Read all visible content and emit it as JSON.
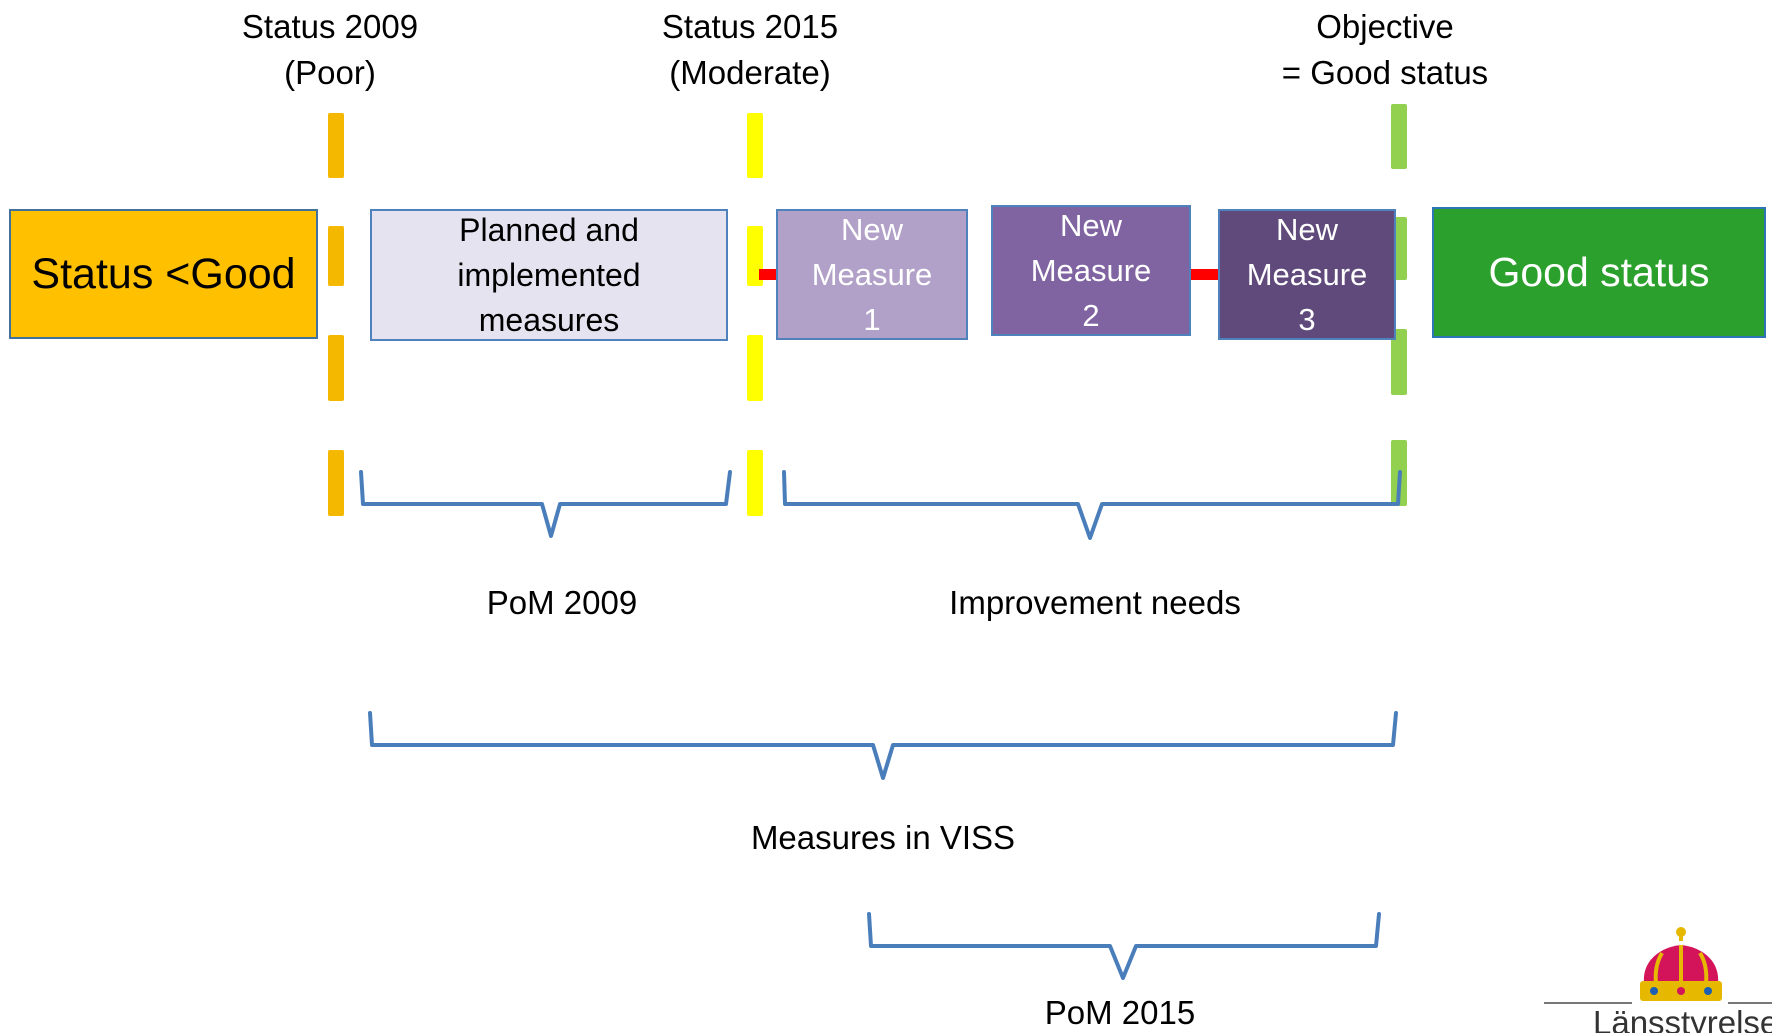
{
  "markers": {
    "status_2009": {
      "line1": "Status 2009",
      "line2": "(Poor)",
      "color": "#f5b800"
    },
    "status_2015": {
      "line1": "Status 2015",
      "line2": "(Moderate)",
      "color": "#ffff00"
    },
    "objective": {
      "line1": "Objective",
      "line2": "= Good status",
      "color": "#8fce4a"
    }
  },
  "boxes": {
    "status_less_good": {
      "label": "Status <Good",
      "fill": "#ffc000",
      "border": "#41719c"
    },
    "planned": {
      "line1": "Planned and",
      "line2": "implemented",
      "line3": "measures",
      "fill": "#e5e3ef",
      "border": "#4f81bd"
    },
    "new_measure_1": {
      "line1": "New",
      "line2": "Measure",
      "line3": "1",
      "fill": "#b1a0c7",
      "border": "#4f81bd"
    },
    "new_measure_2": {
      "line1": "New",
      "line2": "Measure",
      "line3": "2",
      "fill": "#8064a2",
      "border": "#4f81bd"
    },
    "new_measure_3": {
      "line1": "New",
      "line2": "Measure",
      "line3": "3",
      "fill": "#604a7b",
      "border": "#4f81bd"
    },
    "good_status": {
      "label": "Good status",
      "fill": "#2ca02c",
      "border": "#2e75b6"
    }
  },
  "braces": {
    "pom_2009": "PoM 2009",
    "improvement_needs": "Improvement needs",
    "measures_in_viss": "Measures in VISS",
    "pom_2015": "PoM 2015",
    "color": "#4a7ebb"
  },
  "logo": {
    "wordmark": "Länsstyrelsen"
  }
}
